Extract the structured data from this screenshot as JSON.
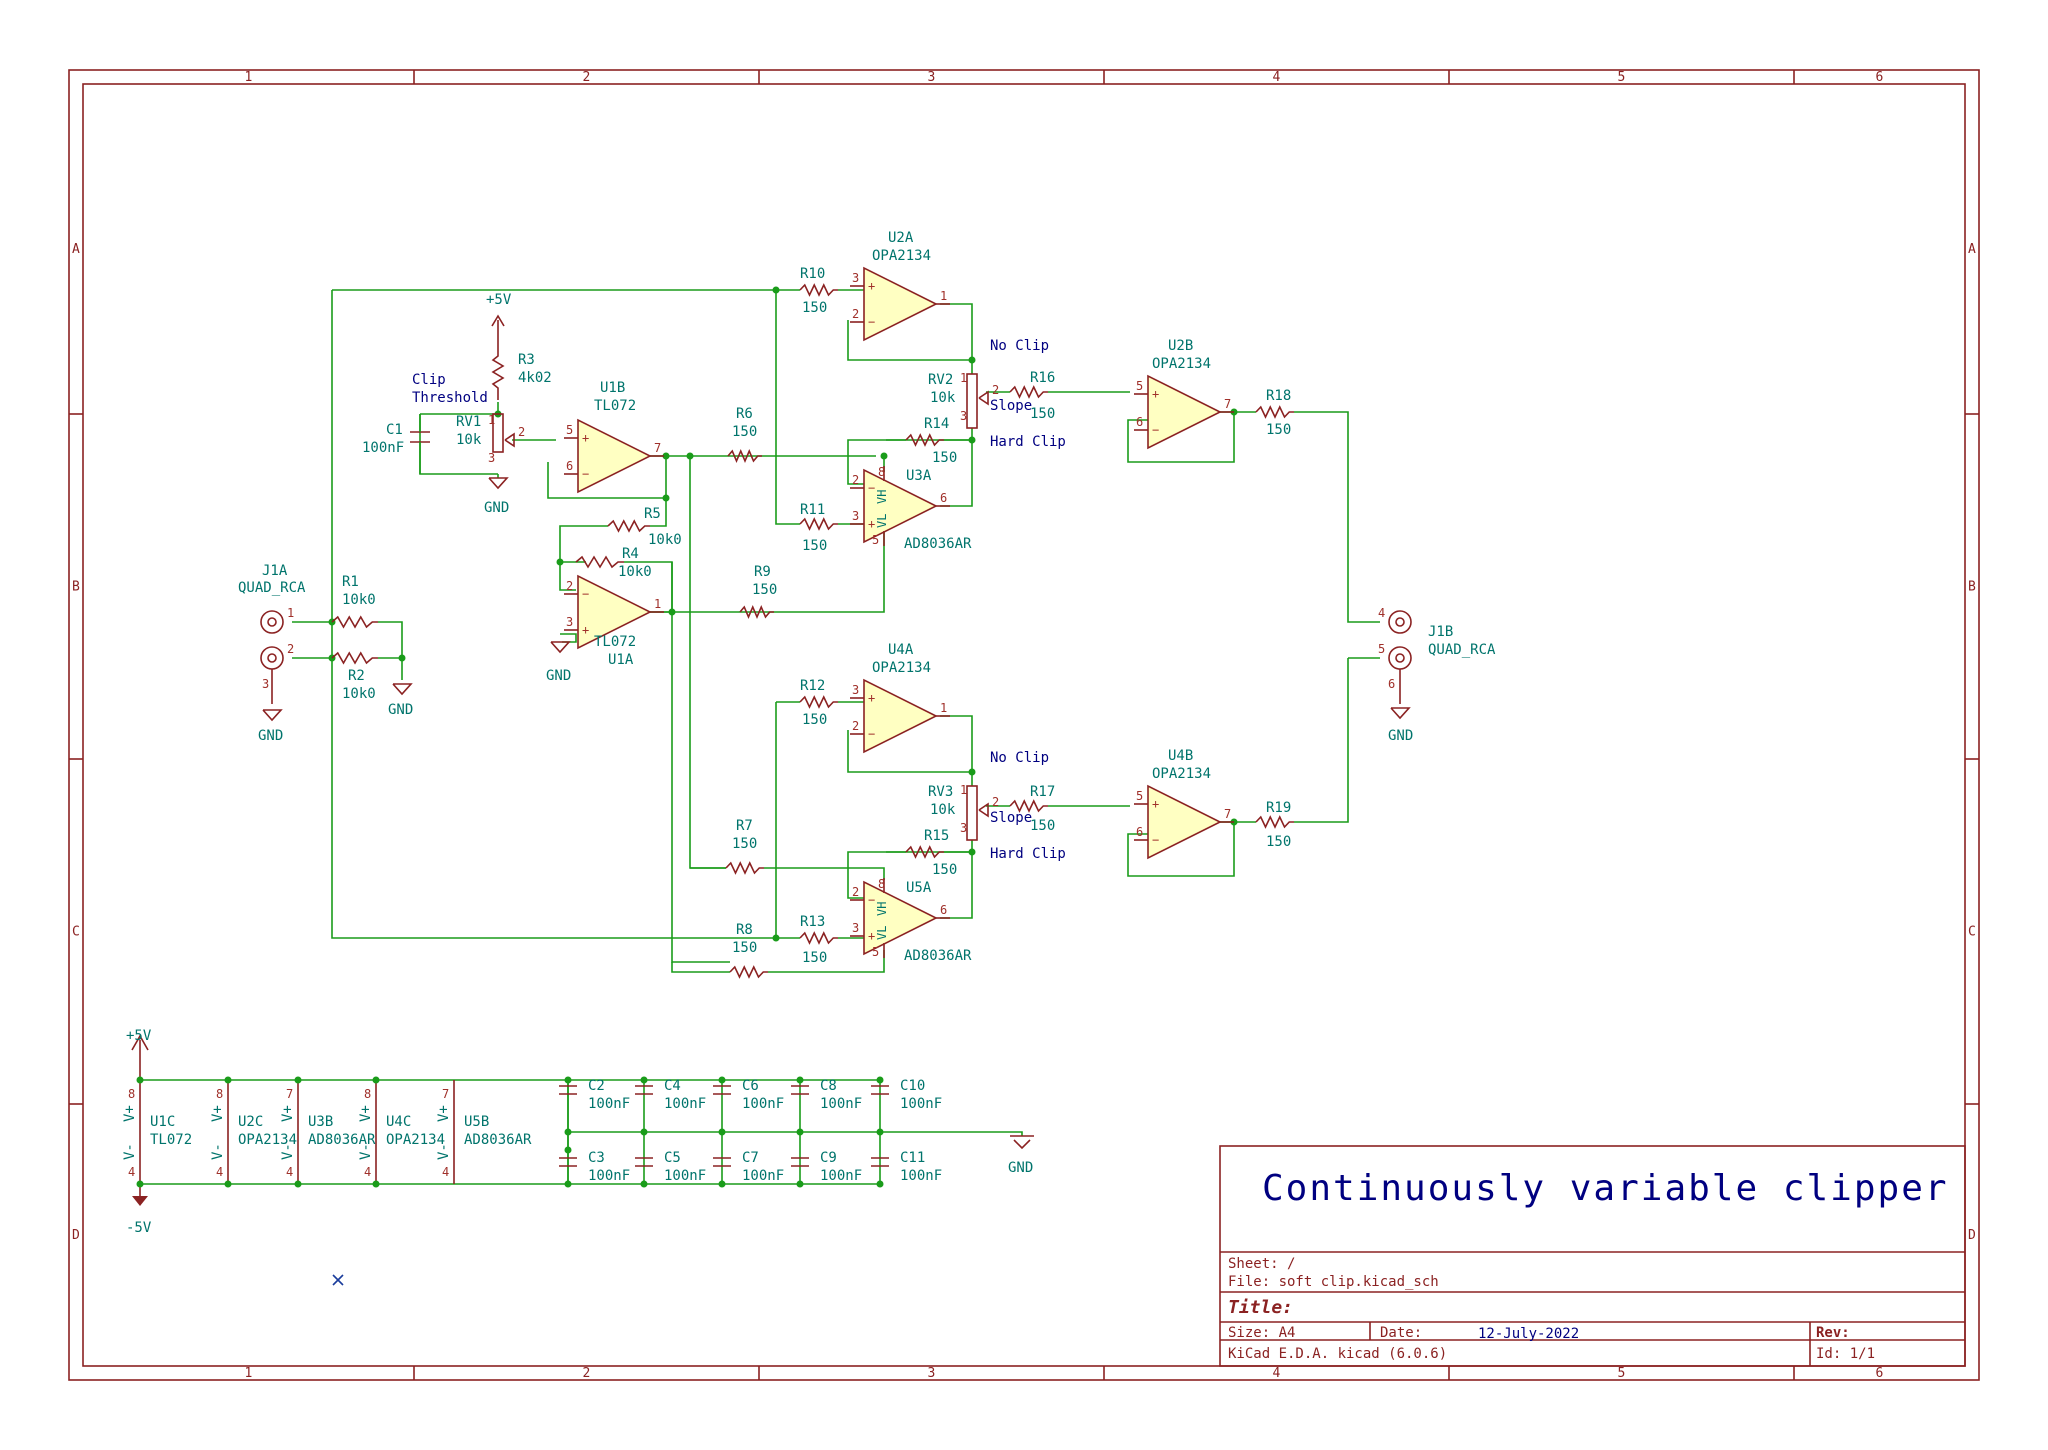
{
  "frame": {
    "col_labels": [
      "1",
      "2",
      "3",
      "4",
      "5",
      "6"
    ],
    "row_labels": [
      "A",
      "B",
      "C",
      "D"
    ]
  },
  "title_block": {
    "title": "Continuously variable clipper",
    "sheet": "Sheet: /",
    "file": "File: soft clip.kicad_sch",
    "title_label": "Title:",
    "size": "Size: A4",
    "date_label": "Date:",
    "date": "12-July-2022",
    "rev": "Rev:",
    "tool": "KiCad E.D.A.  kicad (6.0.6)",
    "id": "Id: 1/1"
  },
  "components": {
    "j1a": {
      "ref": "J1A",
      "value": "QUAD_RCA"
    },
    "j1b": {
      "ref": "J1B",
      "value": "QUAD_RCA"
    },
    "r1": {
      "ref": "R1",
      "value": "10k0"
    },
    "r2": {
      "ref": "R2",
      "value": "10k0"
    },
    "r3": {
      "ref": "R3",
      "value": "4k02"
    },
    "r4": {
      "ref": "R4",
      "value": "10k0"
    },
    "r5": {
      "ref": "R5",
      "value": "10k0"
    },
    "r6": {
      "ref": "R6",
      "value": "150"
    },
    "r7": {
      "ref": "R7",
      "value": "150"
    },
    "r8": {
      "ref": "R8",
      "value": "150"
    },
    "r9": {
      "ref": "R9",
      "value": "150"
    },
    "r10": {
      "ref": "R10",
      "value": "150"
    },
    "r11": {
      "ref": "R11",
      "value": "150"
    },
    "r12": {
      "ref": "R12",
      "value": "150"
    },
    "r13": {
      "ref": "R13",
      "value": "150"
    },
    "r14": {
      "ref": "R14",
      "value": "150"
    },
    "r15": {
      "ref": "R15",
      "value": "150"
    },
    "r16": {
      "ref": "R16",
      "value": "150"
    },
    "r17": {
      "ref": "R17",
      "value": "150"
    },
    "r18": {
      "ref": "R18",
      "value": "150"
    },
    "r19": {
      "ref": "R19",
      "value": "150"
    },
    "rv1": {
      "ref": "RV1",
      "value": "10k"
    },
    "rv2": {
      "ref": "RV2",
      "value": "10k"
    },
    "rv3": {
      "ref": "RV3",
      "value": "10k"
    },
    "c1": {
      "ref": "C1",
      "value": "100nF"
    },
    "u1a": {
      "ref": "U1A",
      "value": "TL072"
    },
    "u1b": {
      "ref": "U1B",
      "value": "TL072"
    },
    "u2a": {
      "ref": "U2A",
      "value": "OPA2134"
    },
    "u2b": {
      "ref": "U2B",
      "value": "OPA2134"
    },
    "u3a": {
      "ref": "U3A",
      "value": "AD8036AR"
    },
    "u4a": {
      "ref": "U4A",
      "value": "OPA2134"
    },
    "u4b": {
      "ref": "U4B",
      "value": "OPA2134"
    },
    "u5a": {
      "ref": "U5A",
      "value": "AD8036AR"
    }
  },
  "signals": {
    "clip_threshold_1": "Clip",
    "clip_threshold_2": "Threshold",
    "no_clip": "No Clip",
    "slope": "Slope",
    "hard_clip": "Hard Clip"
  },
  "power": {
    "plus5": "+5V",
    "minus5": "-5V",
    "gnd": "GND",
    "units": [
      {
        "ref": "U1C",
        "value": "TL072"
      },
      {
        "ref": "U2C",
        "value": "OPA2134"
      },
      {
        "ref": "U3B",
        "value": "AD8036AR"
      },
      {
        "ref": "U4C",
        "value": "OPA2134"
      },
      {
        "ref": "U5B",
        "value": "AD8036AR"
      }
    ],
    "caps": [
      {
        "ref": "C2",
        "value": "100nF"
      },
      {
        "ref": "C3",
        "value": "100nF"
      },
      {
        "ref": "C4",
        "value": "100nF"
      },
      {
        "ref": "C5",
        "value": "100nF"
      },
      {
        "ref": "C6",
        "value": "100nF"
      },
      {
        "ref": "C7",
        "value": "100nF"
      },
      {
        "ref": "C8",
        "value": "100nF"
      },
      {
        "ref": "C9",
        "value": "100nF"
      },
      {
        "ref": "C10",
        "value": "100nF"
      },
      {
        "ref": "C11",
        "value": "100nF"
      }
    ],
    "vplus": "V+",
    "vminus": "V-"
  }
}
